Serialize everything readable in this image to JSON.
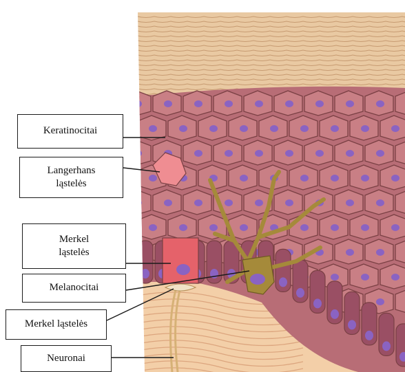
{
  "labels": {
    "keratinocitai": "Keratinocitai",
    "langerhans_line1": "Langerhans",
    "langerhans_line2": "ląstelės",
    "merkel_cells_line1": "Merkel",
    "merkel_cells_line2": "ląstelės",
    "melanocitai": "Melanocitai",
    "merkel_lasteles": "Merkel ląstelės",
    "neuronai": "Neuronai"
  },
  "colors": {
    "stratum_corneum": "#e9c9a2",
    "cell_fill": "#c97f85",
    "cell_border": "#7a4044",
    "nucleus": "#8a63c2",
    "dermis": "#f3cfa8",
    "langerhans_cell": "#ef8d92",
    "merkel_cell": "#e5626a",
    "melanocyte": "#a58a3a",
    "basal_cells": "#9a4f64",
    "leader_line": "#1a1a1a"
  }
}
